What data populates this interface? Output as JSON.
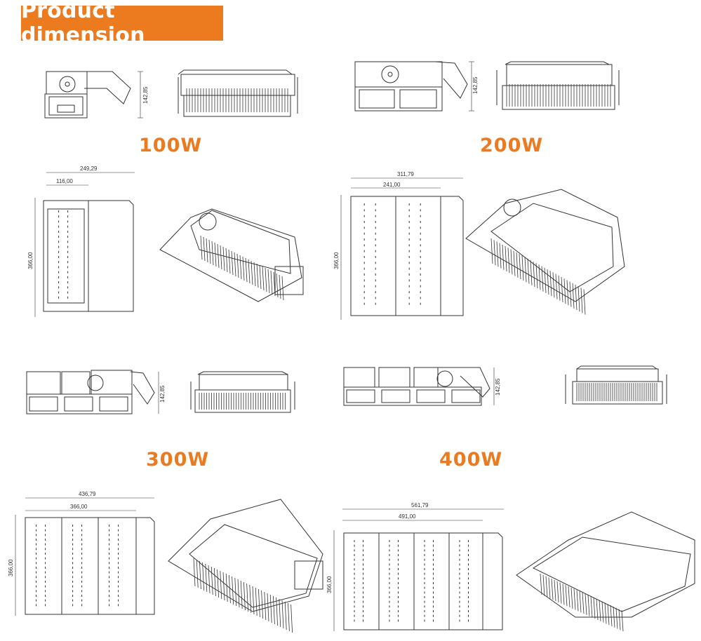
{
  "header": {
    "title": "Product dimension"
  },
  "models": [
    {
      "label": "100W",
      "height_dim": "142,85",
      "width_total": "249,29",
      "width_inner": "116,00",
      "length": "366,00",
      "modules": 1
    },
    {
      "label": "200W",
      "height_dim": "142,85",
      "width_total": "311,79",
      "width_inner": "241,00",
      "length": "366,00",
      "modules": 2
    },
    {
      "label": "300W",
      "height_dim": "142,85",
      "width_total": "436,79",
      "width_inner": "366,00",
      "length": "366,00",
      "modules": 3
    },
    {
      "label": "400W",
      "height_dim": "142,85",
      "width_total": "561,79",
      "width_inner": "491,00",
      "length": "366,00",
      "modules": 4
    }
  ],
  "colors": {
    "accent": "#ec7a1f",
    "line": "#333333"
  }
}
